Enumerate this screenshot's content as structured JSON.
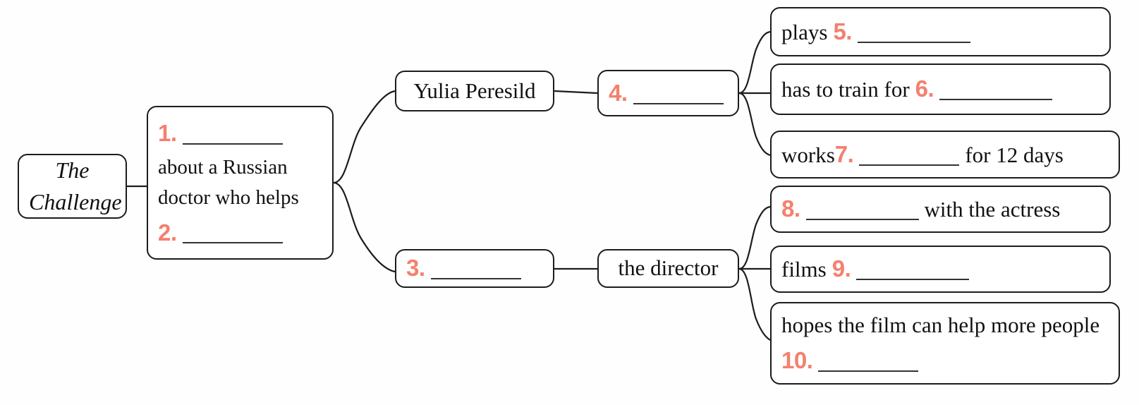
{
  "diagram": {
    "type": "mind-map",
    "title_node": {
      "label": "The Challenge",
      "line1": "The",
      "line2": "Challenge"
    },
    "accent_color": "#F4806E",
    "text_color": "#111111",
    "border_color": "#1c1c1c",
    "background_color": "#ffffff",
    "nodes": {
      "summary": {
        "name": "summary-node",
        "blank_1_number": "1.",
        "text_middle": "about a Russian doctor who helps",
        "blank_2_number": "2."
      },
      "actress": {
        "name": "actress-node",
        "label": "Yulia Peresild"
      },
      "actress_detail": {
        "name": "actress-detail-node",
        "blank_number": "4."
      },
      "subject": {
        "name": "subject-node",
        "blank_number": "3."
      },
      "director": {
        "name": "director-node",
        "label": "the director"
      },
      "leaf_5": {
        "name": "leaf-plays",
        "pre": "plays",
        "blank_number": "5.",
        "post": ""
      },
      "leaf_6": {
        "name": "leaf-train",
        "pre": "has to train for",
        "blank_number": "6.",
        "post": ""
      },
      "leaf_7": {
        "name": "leaf-works",
        "pre": "works",
        "blank_number": "7.",
        "post": "for 12 days"
      },
      "leaf_8": {
        "name": "leaf-with-actress",
        "pre": "",
        "blank_number": "8.",
        "post": "with the actress"
      },
      "leaf_9": {
        "name": "leaf-films",
        "pre": "films",
        "blank_number": "9.",
        "post": ""
      },
      "leaf_10": {
        "name": "leaf-hopes",
        "pre": "hopes the film can help more people",
        "blank_number": "10.",
        "post": ""
      }
    }
  }
}
